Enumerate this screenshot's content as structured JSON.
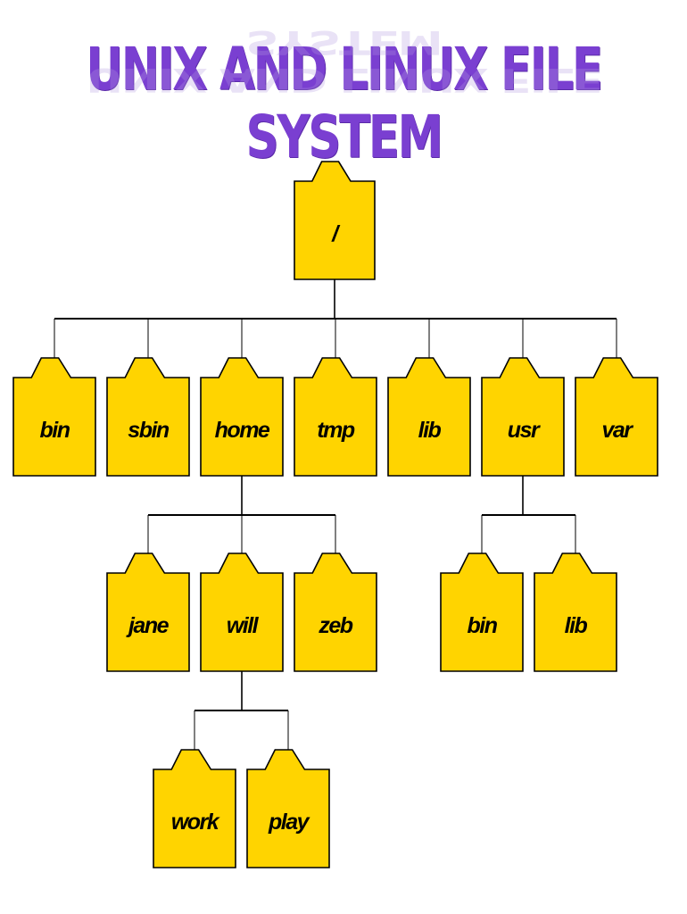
{
  "title": "UNIX AND LINUX FILE SYSTEM",
  "colors": {
    "title": "#7a3fd1",
    "folder_fill": "#ffd400",
    "folder_stroke": "#000000",
    "connector": "#000000"
  },
  "tree": {
    "root": {
      "label": "/",
      "icon": "folder-icon",
      "children": [
        {
          "label": "bin",
          "icon": "folder-icon"
        },
        {
          "label": "sbin",
          "icon": "folder-icon"
        },
        {
          "label": "home",
          "icon": "folder-icon",
          "children": [
            {
              "label": "jane",
              "icon": "folder-icon"
            },
            {
              "label": "will",
              "icon": "folder-icon",
              "children": [
                {
                  "label": "work",
                  "icon": "folder-icon"
                },
                {
                  "label": "play",
                  "icon": "folder-icon"
                }
              ]
            },
            {
              "label": "zeb",
              "icon": "folder-icon"
            }
          ]
        },
        {
          "label": "tmp",
          "icon": "folder-icon"
        },
        {
          "label": "lib",
          "icon": "folder-icon"
        },
        {
          "label": "usr",
          "icon": "folder-icon",
          "children": [
            {
              "label": "bin",
              "icon": "folder-icon"
            },
            {
              "label": "lib",
              "icon": "folder-icon"
            }
          ]
        },
        {
          "label": "var",
          "icon": "folder-icon"
        }
      ]
    }
  }
}
